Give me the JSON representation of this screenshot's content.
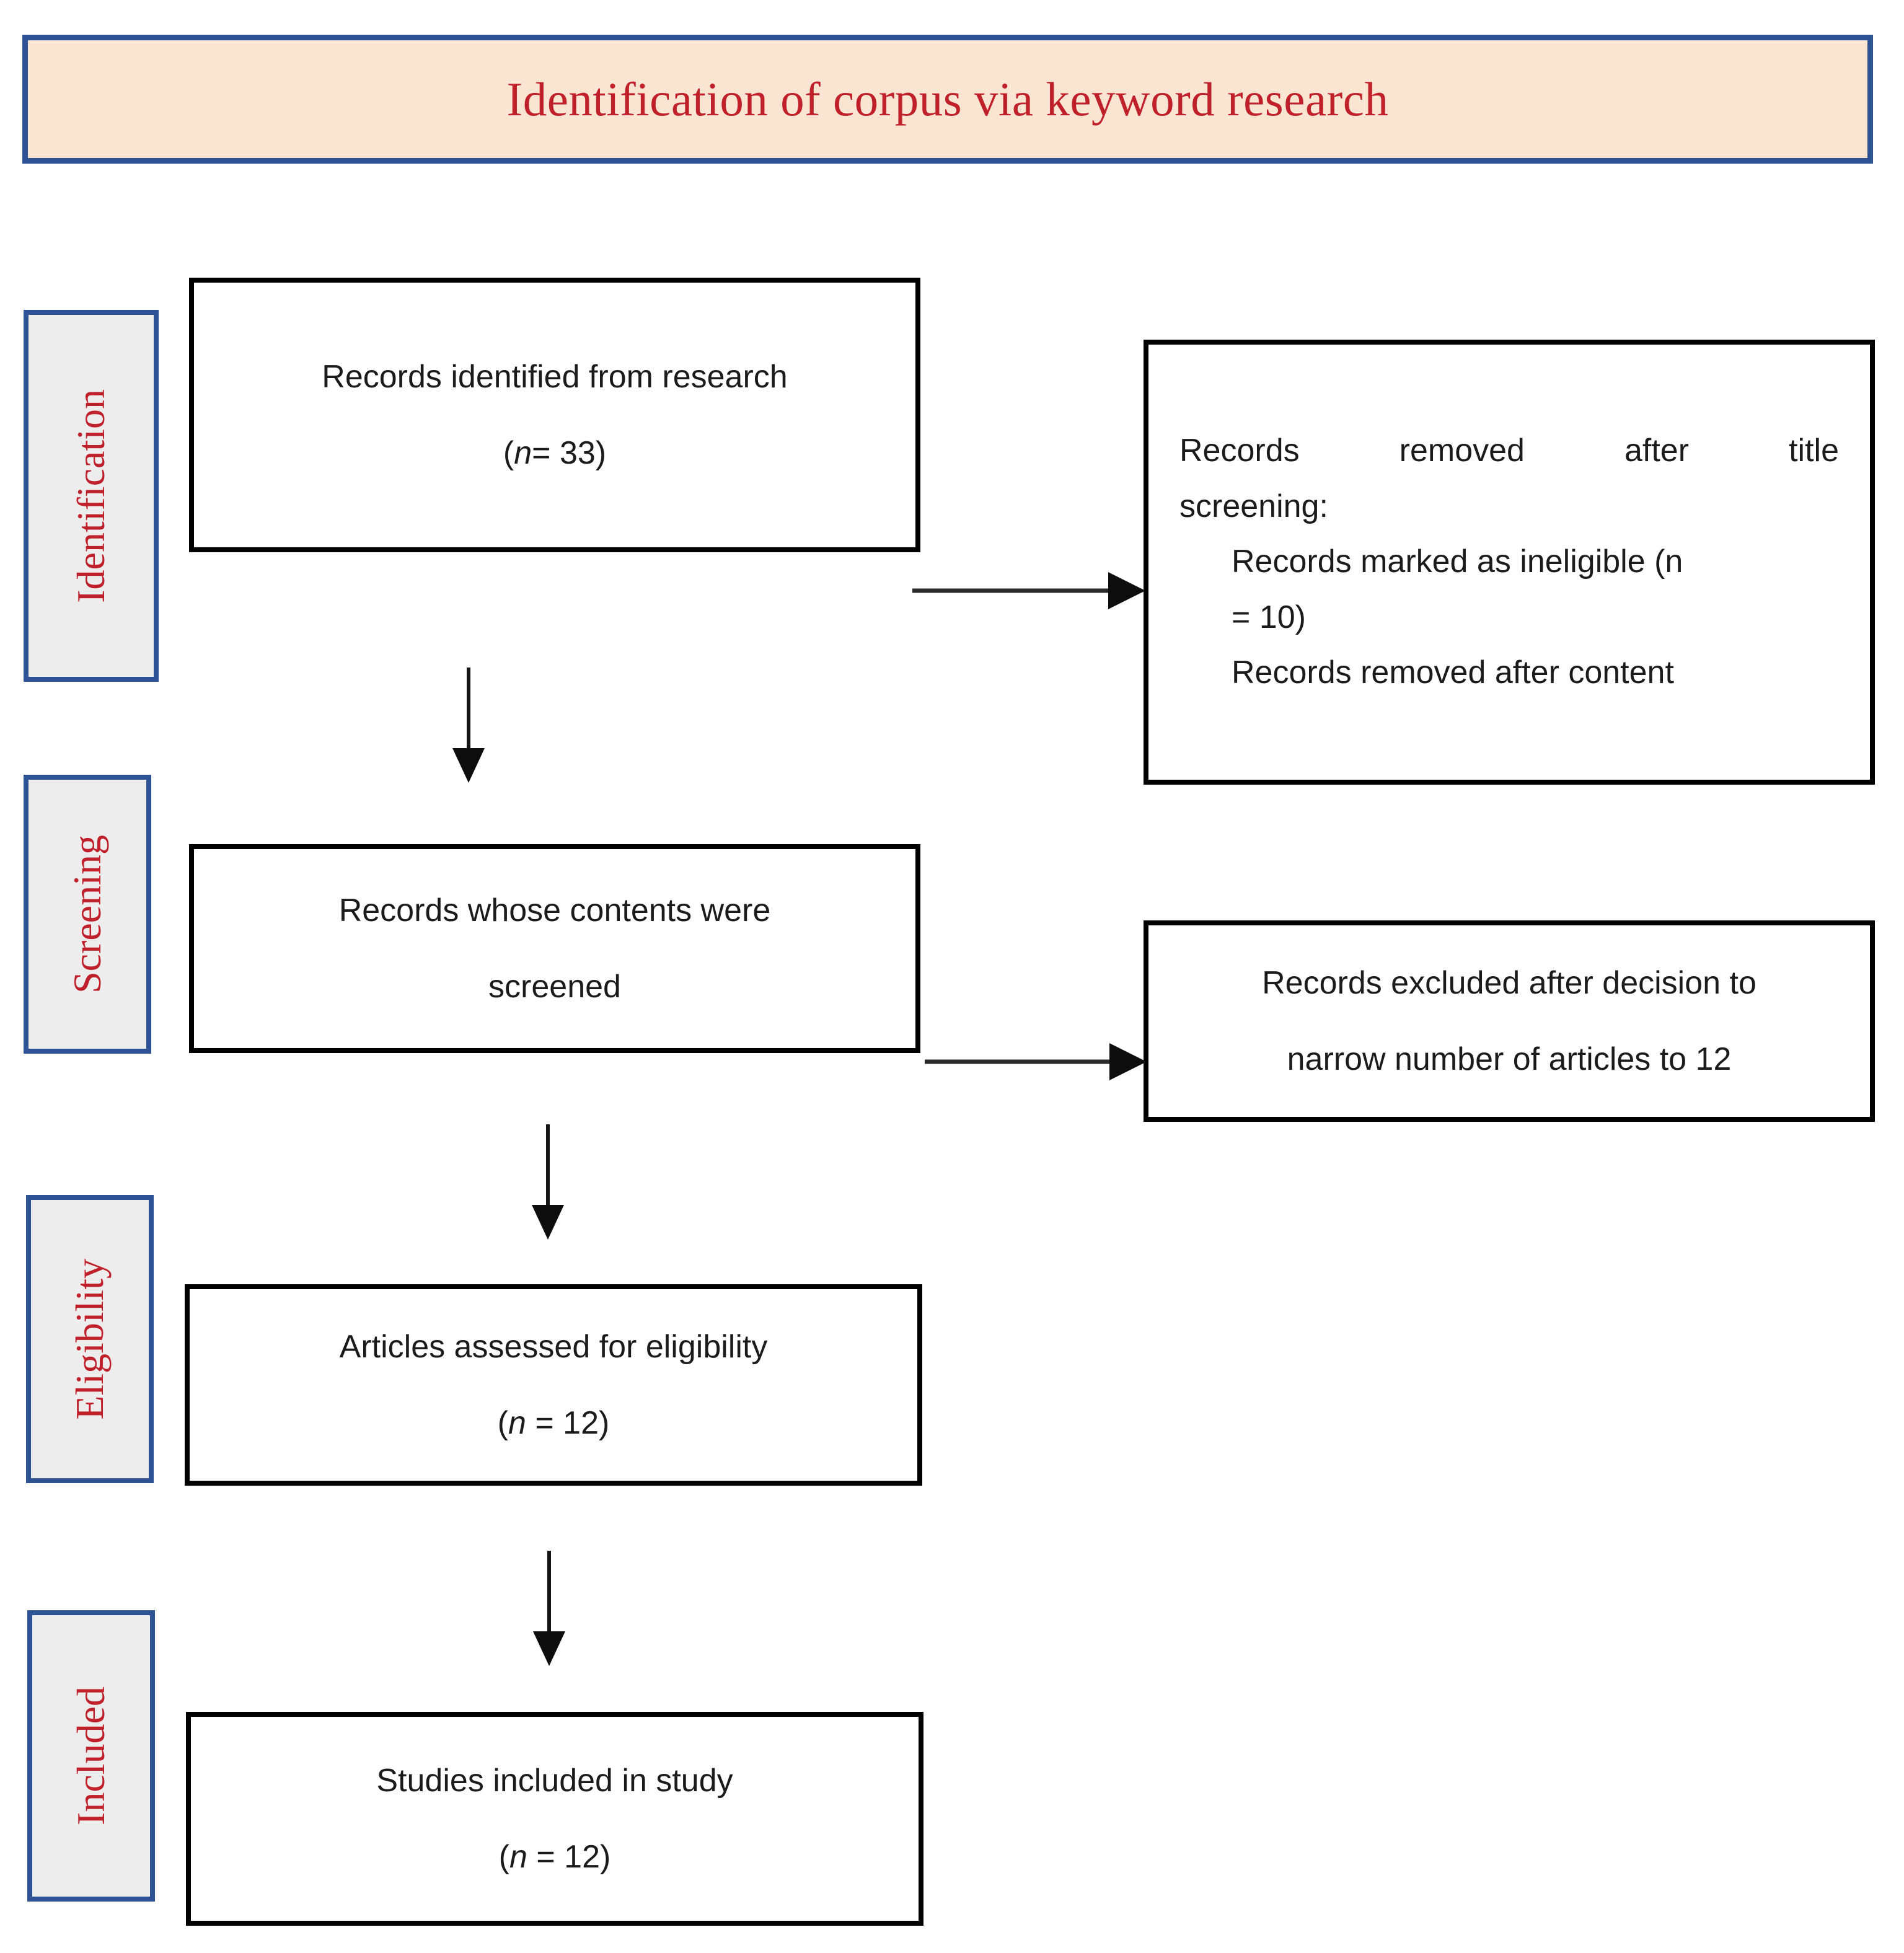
{
  "header": {
    "title": "Identification of corpus via keyword research",
    "fill_color": "#FAE5D3",
    "border_color": "#2E5395",
    "text_color": "#C0202A"
  },
  "stages": [
    {
      "id": "identification",
      "label": "Identification"
    },
    {
      "id": "screening",
      "label": "Screening"
    },
    {
      "id": "eligibility",
      "label": "Eligibility"
    },
    {
      "id": "included",
      "label": "Included"
    }
  ],
  "boxes": {
    "records_identified": {
      "line1": "Records identified from research",
      "line2_prefix": "(",
      "line2_italic": "n",
      "line2_suffix": "= 33)"
    },
    "records_removed_title": {
      "line1": "Records removed after title",
      "line2": "screening:",
      "line3_prefix": "Records marked as ineligible (",
      "line3_italic": "n",
      "line4": "= 10)",
      "line5": "Records removed after content"
    },
    "records_screened": {
      "line1": "Records whose contents were",
      "line2": "screened"
    },
    "records_excluded": {
      "line1": "Records excluded after decision to",
      "line2": "narrow number of articles to 12"
    },
    "articles_assessed": {
      "line1": "Articles assessed for eligibility",
      "line2_prefix": "(",
      "line2_italic": "n",
      "line2_suffix": " = 12)"
    },
    "studies_included": {
      "line1": "Studies included in study",
      "line2_prefix": "(",
      "line2_italic": "n",
      "line2_suffix": " = 12)"
    }
  },
  "connectors": [
    {
      "id": "identified-to-screened",
      "type": "arrow-down"
    },
    {
      "id": "identified-to-removed-title",
      "type": "arrow-right"
    },
    {
      "id": "screened-to-excluded",
      "type": "arrow-right"
    },
    {
      "id": "screened-to-assessed",
      "type": "arrow-down"
    },
    {
      "id": "assessed-to-included",
      "type": "arrow-down"
    }
  ],
  "chart_data": {
    "type": "diagram",
    "title": "Identification of corpus via keyword research",
    "diagram_kind": "PRISMA flow diagram",
    "stages": [
      "Identification",
      "Screening",
      "Eligibility",
      "Included"
    ],
    "nodes": [
      {
        "stage": "Identification",
        "text": "Records identified from research (n= 33)",
        "n": 33
      },
      {
        "stage": "Identification",
        "text": "Records removed after title screening: Records marked as ineligible (n = 10) Records removed after content",
        "n": 10
      },
      {
        "stage": "Screening",
        "text": "Records whose contents were screened"
      },
      {
        "stage": "Screening",
        "text": "Records excluded after decision to narrow number of articles to 12",
        "n": 12
      },
      {
        "stage": "Eligibility",
        "text": "Articles assessed for eligibility (n = 12)",
        "n": 12
      },
      {
        "stage": "Included",
        "text": "Studies included in study (n = 12)",
        "n": 12
      }
    ]
  }
}
